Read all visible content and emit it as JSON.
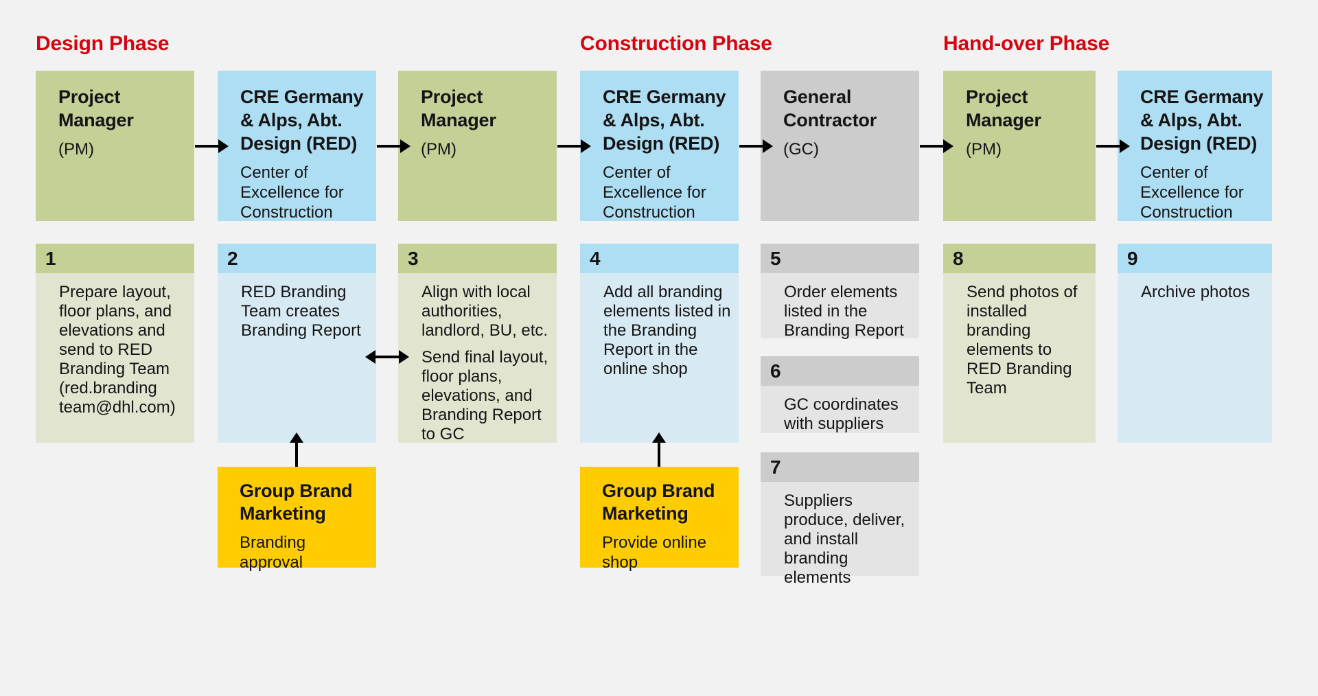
{
  "colors": {
    "background": "#f2f2f2",
    "phase_title_red": "#d40511",
    "green_header": "#c5d096",
    "green_body": "#e1e5cf",
    "blue_header": "#aedef3",
    "blue_body": "#d7eaf3",
    "gray_header": "#cccccc",
    "gray_body": "#e4e4e4",
    "yellow": "#ffcc00",
    "arrow_black": "#000000"
  },
  "icons": {
    "arrow_right": "→",
    "double_arrow_horizontal": "↔",
    "double_arrow_vertical": "↕"
  },
  "phases": [
    {
      "label": "Design Phase"
    },
    {
      "label": "Construction Phase"
    },
    {
      "label": "Hand-over Phase"
    }
  ],
  "roles": [
    {
      "title": "Project Manager",
      "subtitle": "(PM)"
    },
    {
      "title": "CRE Germany & Alps, Abt. Design (RED)",
      "subtitle": "Center of Excellence for Construction"
    },
    {
      "title": "Project Manager",
      "subtitle": "(PM)"
    },
    {
      "title": "CRE Germany & Alps, Abt. Design (RED)",
      "subtitle": "Center of Excellence for Construction"
    },
    {
      "title": "General Contractor",
      "subtitle": "(GC)"
    },
    {
      "title": "Project Manager",
      "subtitle": "(PM)"
    },
    {
      "title": "CRE Germany & Alps, Abt. Design (RED)",
      "subtitle": "Center of Excellence for Construction"
    }
  ],
  "steps": [
    {
      "number": "1",
      "text": "Prepare layout, floor plans, and elevations and send to RED Branding Team (red.branding team@dhl.com)"
    },
    {
      "number": "2",
      "text": "RED Branding Team creates Branding Report"
    },
    {
      "number": "3",
      "text": "Align with local authorities, landlord, BU, etc.",
      "text2": "Send final layout, floor plans, elevations, and Branding Report to GC"
    },
    {
      "number": "4",
      "text": "Add all branding elements listed in the Branding Report in the online shop"
    },
    {
      "number": "5",
      "text": "Order elements listed in the Branding Report"
    },
    {
      "number": "6",
      "text": "GC coordinates with suppliers"
    },
    {
      "number": "7",
      "text": "Suppliers produce, deliver, and install branding elements"
    },
    {
      "number": "8",
      "text": "Send photos of installed branding elements to RED Branding Team"
    },
    {
      "number": "9",
      "text": "Archive photos"
    }
  ],
  "marketing": [
    {
      "title": "Group Brand Marketing",
      "subtitle": "Branding approval"
    },
    {
      "title": "Group Brand Marketing",
      "subtitle": "Provide online shop"
    }
  ]
}
